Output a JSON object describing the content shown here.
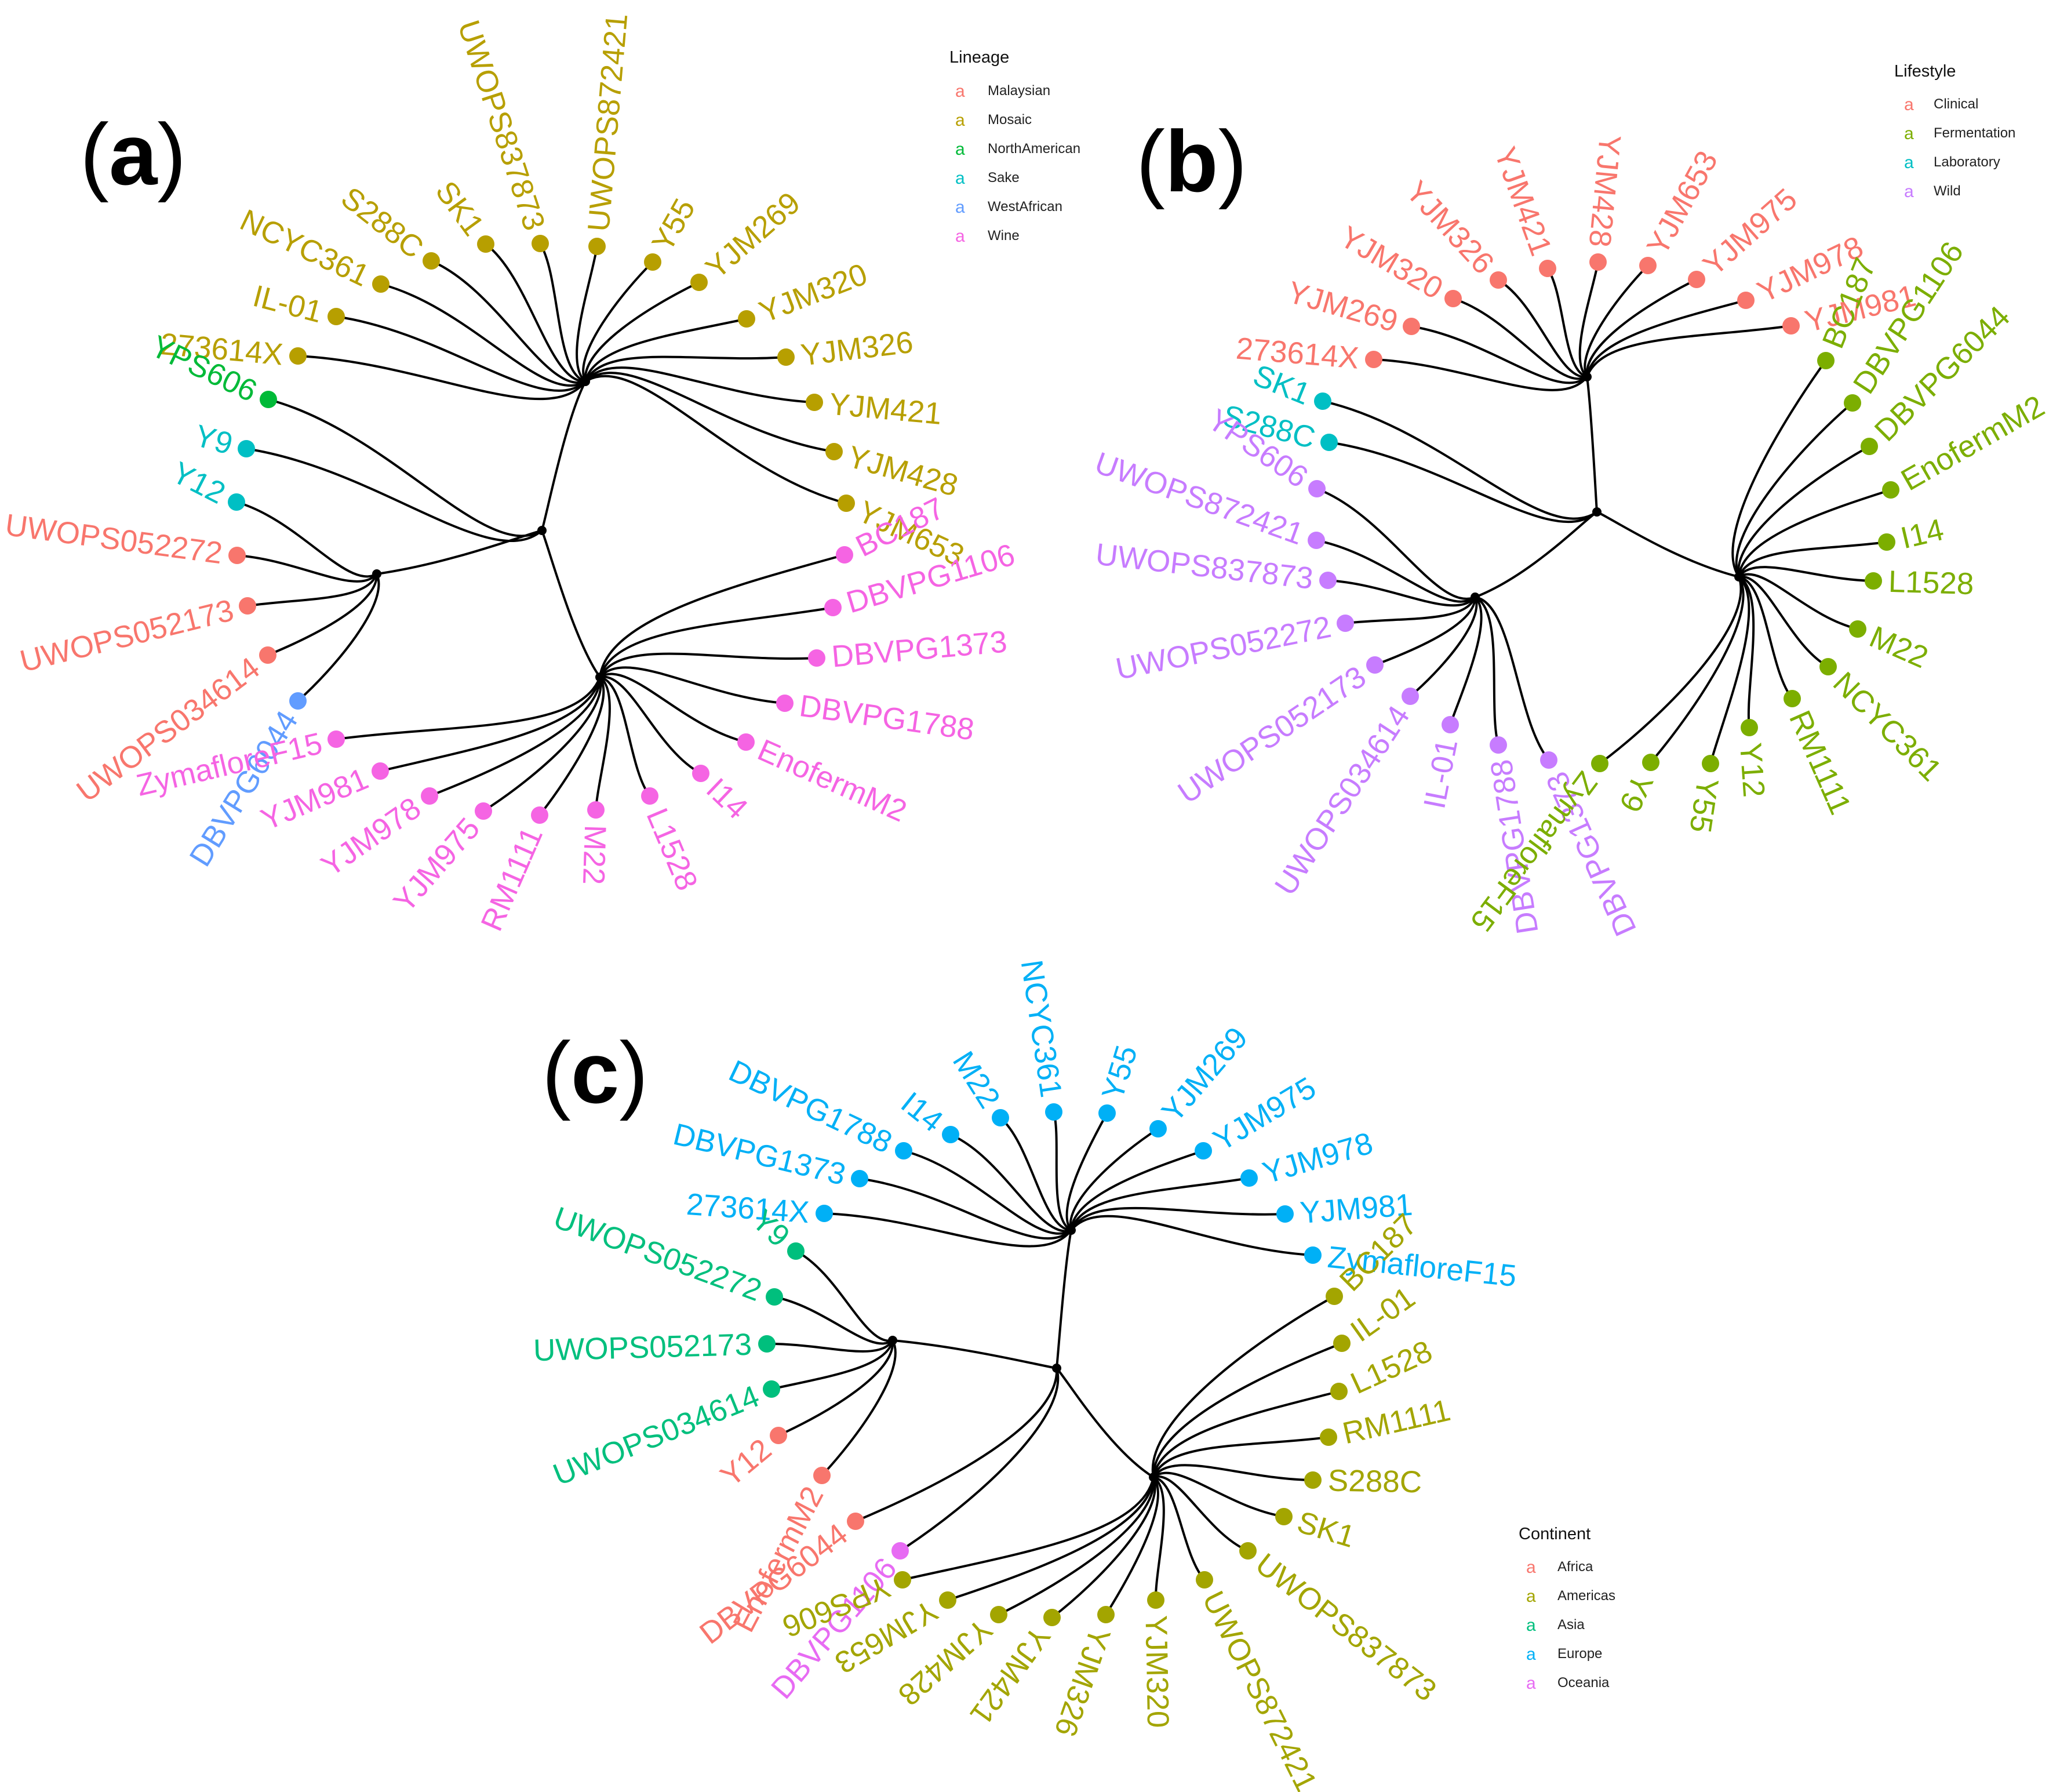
{
  "palette": {
    "red": "#f8766d",
    "olive": "#b79f00",
    "green": "#00ba38",
    "teal": "#00bfc4",
    "blue": "#619cff",
    "pink": "#f564e3",
    "yellowgreen": "#7cae00",
    "purple": "#c77cff",
    "khaki": "#a3a500",
    "green2": "#00bf7d",
    "sky": "#00b0f6",
    "magenta": "#e76bf3"
  },
  "panels": [
    {
      "id": "a",
      "letter": "a",
      "legend": {
        "title": "Lineage",
        "key_glyph": "a",
        "items": [
          {
            "label": "Malaysian",
            "color": "red"
          },
          {
            "label": "Mosaic",
            "color": "olive"
          },
          {
            "label": "NorthAmerican",
            "color": "green"
          },
          {
            "label": "Sake",
            "color": "teal"
          },
          {
            "label": "WestAfrican",
            "color": "blue"
          },
          {
            "label": "Wine",
            "color": "pink"
          }
        ]
      },
      "root": {
        "node": "root",
        "children": [
          {
            "node": "top",
            "children": [
              {
                "tip": "273614X",
                "color": "olive"
              },
              {
                "tip": "IL-01",
                "color": "olive"
              },
              {
                "tip": "NCYC361",
                "color": "olive"
              },
              {
                "tip": "S288C",
                "color": "olive"
              },
              {
                "tip": "SK1",
                "color": "olive"
              },
              {
                "tip": "UWOPS837873",
                "color": "olive"
              },
              {
                "tip": "UWOPS872421",
                "color": "olive"
              },
              {
                "tip": "Y55",
                "color": "olive"
              },
              {
                "tip": "YJM269",
                "color": "olive"
              },
              {
                "tip": "YJM320",
                "color": "olive"
              },
              {
                "tip": "YJM326",
                "color": "olive"
              },
              {
                "tip": "YJM421",
                "color": "olive"
              },
              {
                "tip": "YJM428",
                "color": "olive"
              },
              {
                "tip": "YJM653",
                "color": "olive"
              }
            ]
          },
          {
            "tip": "YPS606",
            "color": "green"
          },
          {
            "tip": "Y9",
            "color": "teal"
          },
          {
            "node": "left",
            "children": [
              {
                "tip": "Y12",
                "color": "teal"
              },
              {
                "tip": "UWOPS052272",
                "color": "red"
              },
              {
                "tip": "UWOPS052173",
                "color": "red"
              },
              {
                "tip": "UWOPS034614",
                "color": "red"
              },
              {
                "tip": "DBVPG6044",
                "color": "blue"
              }
            ]
          },
          {
            "node": "bottom",
            "children": [
              {
                "tip": "ZymafloreF15",
                "color": "pink"
              },
              {
                "tip": "YJM981",
                "color": "pink"
              },
              {
                "tip": "YJM978",
                "color": "pink"
              },
              {
                "tip": "YJM975",
                "color": "pink"
              },
              {
                "tip": "RM1111",
                "color": "pink"
              },
              {
                "tip": "M22",
                "color": "pink"
              },
              {
                "tip": "L1528",
                "color": "pink"
              },
              {
                "tip": "I14",
                "color": "pink"
              },
              {
                "tip": "EnofermM2",
                "color": "pink"
              },
              {
                "tip": "DBVPG1788",
                "color": "pink"
              },
              {
                "tip": "DBVPG1373",
                "color": "pink"
              },
              {
                "tip": "DBVPG1106",
                "color": "pink"
              },
              {
                "tip": "BC187",
                "color": "pink"
              }
            ]
          }
        ]
      }
    },
    {
      "id": "b",
      "letter": "b",
      "legend": {
        "title": "Lifestyle",
        "key_glyph": "a",
        "items": [
          {
            "label": "Clinical",
            "color": "red"
          },
          {
            "label": "Fermentation",
            "color": "yellowgreen"
          },
          {
            "label": "Laboratory",
            "color": "teal"
          },
          {
            "label": "Wild",
            "color": "purple"
          }
        ]
      },
      "root": {
        "node": "root",
        "children": [
          {
            "node": "top",
            "children": [
              {
                "tip": "273614X",
                "color": "red"
              },
              {
                "tip": "YJM269",
                "color": "red"
              },
              {
                "tip": "YJM320",
                "color": "red"
              },
              {
                "tip": "YJM326",
                "color": "red"
              },
              {
                "tip": "YJM421",
                "color": "red"
              },
              {
                "tip": "YJM428",
                "color": "red"
              },
              {
                "tip": "YJM653",
                "color": "red"
              },
              {
                "tip": "YJM975",
                "color": "red"
              },
              {
                "tip": "YJM978",
                "color": "red"
              },
              {
                "tip": "YJM981",
                "color": "red"
              }
            ]
          },
          {
            "tip": "SK1",
            "color": "teal"
          },
          {
            "tip": "S288C",
            "color": "teal"
          },
          {
            "node": "left",
            "children": [
              {
                "tip": "YPS606",
                "color": "purple"
              },
              {
                "tip": "UWOPS872421",
                "color": "purple"
              },
              {
                "tip": "UWOPS837873",
                "color": "purple"
              },
              {
                "tip": "UWOPS052272",
                "color": "purple"
              },
              {
                "tip": "UWOPS052173",
                "color": "purple"
              },
              {
                "tip": "UWOPS034614",
                "color": "purple"
              },
              {
                "tip": "IL-01",
                "color": "purple"
              },
              {
                "tip": "DBVPG1788",
                "color": "purple"
              },
              {
                "tip": "DBVPG1373",
                "color": "purple"
              }
            ]
          },
          {
            "node": "right",
            "children": [
              {
                "tip": "ZymafloreF15",
                "color": "yellowgreen"
              },
              {
                "tip": "Y9",
                "color": "yellowgreen"
              },
              {
                "tip": "Y55",
                "color": "yellowgreen"
              },
              {
                "tip": "Y12",
                "color": "yellowgreen"
              },
              {
                "tip": "RM1111",
                "color": "yellowgreen"
              },
              {
                "tip": "NCYC361",
                "color": "yellowgreen"
              },
              {
                "tip": "M22",
                "color": "yellowgreen"
              },
              {
                "tip": "L1528",
                "color": "yellowgreen"
              },
              {
                "tip": "I14",
                "color": "yellowgreen"
              },
              {
                "tip": "EnofermM2",
                "color": "yellowgreen"
              },
              {
                "tip": "DBVPG6044",
                "color": "yellowgreen"
              },
              {
                "tip": "DBVPG1106",
                "color": "yellowgreen"
              },
              {
                "tip": "BC187",
                "color": "yellowgreen"
              }
            ]
          }
        ]
      }
    },
    {
      "id": "c",
      "letter": "c",
      "legend": {
        "title": "Continent",
        "key_glyph": "a",
        "items": [
          {
            "label": "Africa",
            "color": "red"
          },
          {
            "label": "Americas",
            "color": "khaki"
          },
          {
            "label": "Asia",
            "color": "green2"
          },
          {
            "label": "Europe",
            "color": "sky"
          },
          {
            "label": "Oceania",
            "color": "magenta"
          }
        ]
      },
      "root": {
        "node": "root",
        "children": [
          {
            "node": "top",
            "children": [
              {
                "tip": "273614X",
                "color": "sky"
              },
              {
                "tip": "DBVPG1373",
                "color": "sky"
              },
              {
                "tip": "DBVPG1788",
                "color": "sky"
              },
              {
                "tip": "I14",
                "color": "sky"
              },
              {
                "tip": "M22",
                "color": "sky"
              },
              {
                "tip": "NCYC361",
                "color": "sky"
              },
              {
                "tip": "Y55",
                "color": "sky"
              },
              {
                "tip": "YJM269",
                "color": "sky"
              },
              {
                "tip": "YJM975",
                "color": "sky"
              },
              {
                "tip": "YJM978",
                "color": "sky"
              },
              {
                "tip": "YJM981",
                "color": "sky"
              },
              {
                "tip": "ZymafloreF15",
                "color": "sky"
              }
            ]
          },
          {
            "node": "left",
            "children": [
              {
                "tip": "Y9",
                "color": "green2"
              },
              {
                "tip": "UWOPS052272",
                "color": "green2"
              },
              {
                "tip": "UWOPS052173",
                "color": "green2"
              },
              {
                "tip": "UWOPS034614",
                "color": "green2"
              },
              {
                "tip": "Y12",
                "color": "red"
              },
              {
                "tip": "EnofermM2",
                "color": "red"
              }
            ]
          },
          {
            "tip": "DBVPG6044",
            "color": "red"
          },
          {
            "tip": "DBVPG1106",
            "color": "magenta"
          },
          {
            "node": "bottom",
            "children": [
              {
                "tip": "YPS606",
                "color": "khaki"
              },
              {
                "tip": "YJM653",
                "color": "khaki"
              },
              {
                "tip": "YJM428",
                "color": "khaki"
              },
              {
                "tip": "YJM421",
                "color": "khaki"
              },
              {
                "tip": "YJM326",
                "color": "khaki"
              },
              {
                "tip": "YJM320",
                "color": "khaki"
              },
              {
                "tip": "UWOPS872421",
                "color": "khaki"
              },
              {
                "tip": "UWOPS837873",
                "color": "khaki"
              },
              {
                "tip": "SK1",
                "color": "khaki"
              },
              {
                "tip": "S288C",
                "color": "khaki"
              },
              {
                "tip": "RM1111",
                "color": "khaki"
              },
              {
                "tip": "L1528",
                "color": "khaki"
              },
              {
                "tip": "IL-01",
                "color": "khaki"
              },
              {
                "tip": "BC187",
                "color": "khaki"
              }
            ]
          }
        ]
      }
    }
  ]
}
